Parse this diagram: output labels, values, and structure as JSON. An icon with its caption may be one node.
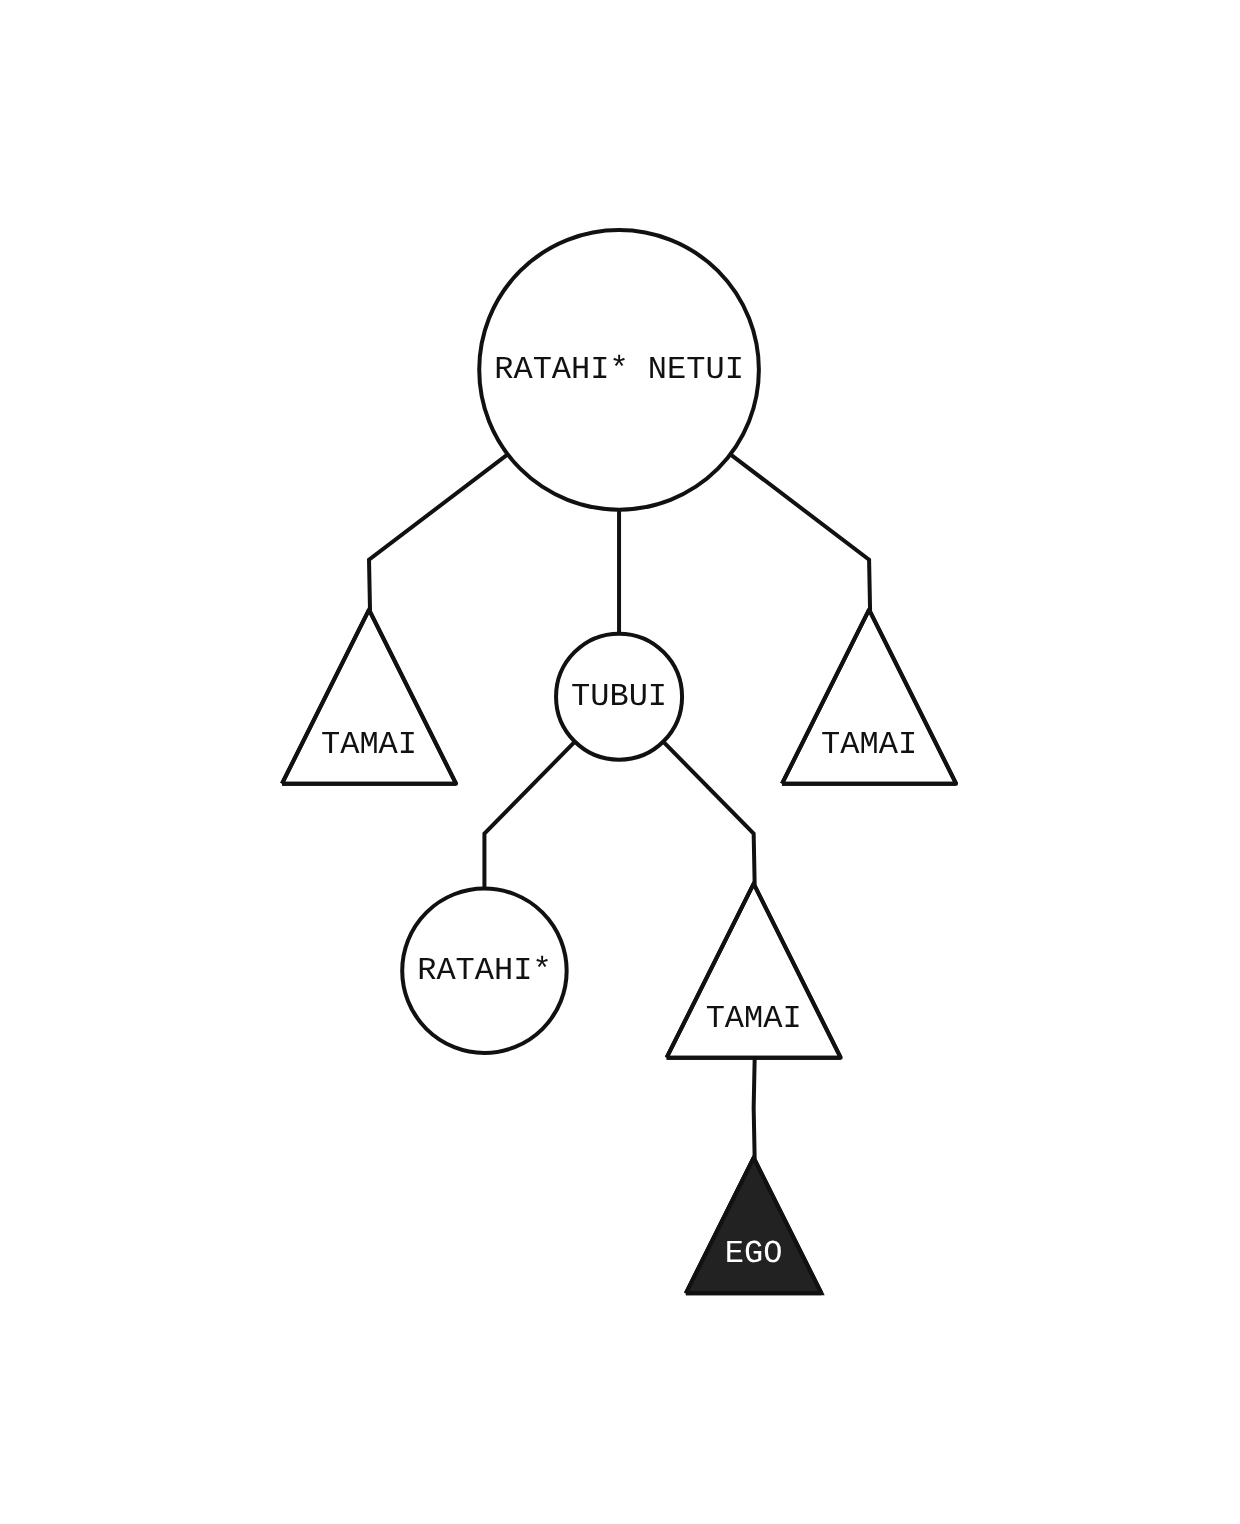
{
  "diagram": {
    "nodes": [
      {
        "text": [
          "RATAHI* NETUI"
        ]
      },
      {
        "text": [
          "TAMAI"
        ]
      },
      {
        "text": [
          "TUBUI"
        ]
      },
      {
        "text": [
          "TAMAI"
        ]
      },
      {
        "text": [
          "RATAHI*"
        ]
      },
      {
        "text": [
          "TAMAI"
        ]
      },
      {
        "text": [
          "EGO"
        ]
      }
    ],
    "edges": [
      {
        "from": 0,
        "to": 1,
        "arrow": "none"
      },
      {
        "from": 0,
        "to": 2,
        "arrow": "none"
      },
      {
        "from": 0,
        "to": 3,
        "arrow": "none"
      },
      {
        "from": 2,
        "to": 4,
        "arrow": "none"
      },
      {
        "from": 2,
        "to": 5,
        "arrow": "none"
      },
      {
        "from": 5,
        "to": 6,
        "arrow": "none"
      }
    ]
  }
}
